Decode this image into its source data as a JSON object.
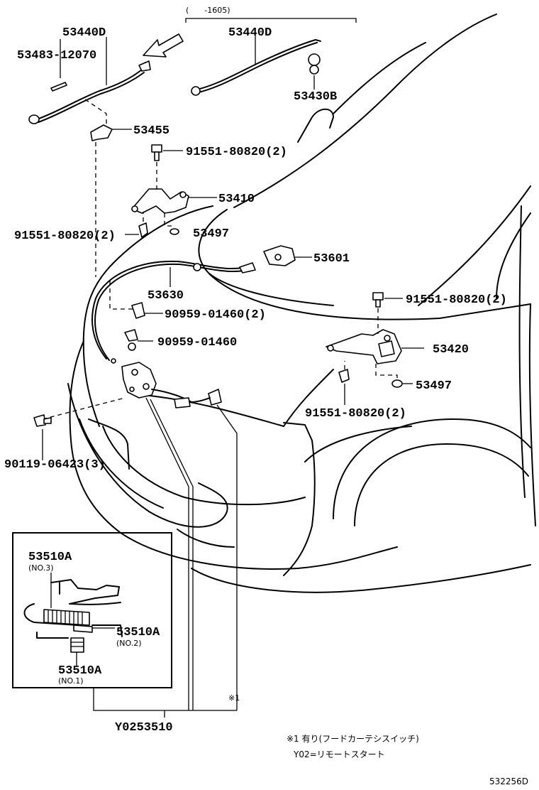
{
  "parts": {
    "p53440d_left": "53440D",
    "p53440d_right": "53440D",
    "p53483": "53483-12070",
    "p53430b": "53430B",
    "p53455": "53455",
    "p91551_top": "91551-80820(2)",
    "p53410": "53410",
    "p91551_left": "91551-80820(2)",
    "p53497_a": "53497",
    "p53601": "53601",
    "p53630": "53630",
    "p90959_a": "90959-01460(2)",
    "p90959_b": "90959-01460",
    "p91551_right": "91551-80820(2)",
    "p53420": "53420",
    "p53497_b": "53497",
    "p91551_bottom": "91551-80820(2)",
    "p90119": "90119-06423(3)",
    "p53510a_3": "53510A",
    "p53510a_2": "53510A",
    "p53510a_1": "53510A",
    "y02": "Y0253510"
  },
  "sublabels": {
    "no3": "(NO.3)",
    "no2": "(NO.2)",
    "no1": "(NO.1)"
  },
  "range_label": "(　　-1605)",
  "ref_mark": "※1",
  "notes": {
    "note1": "※1 有り(フードカーテシスイッチ)",
    "note2": "Y02=リモートスタート"
  },
  "diagram_code": "532256D"
}
